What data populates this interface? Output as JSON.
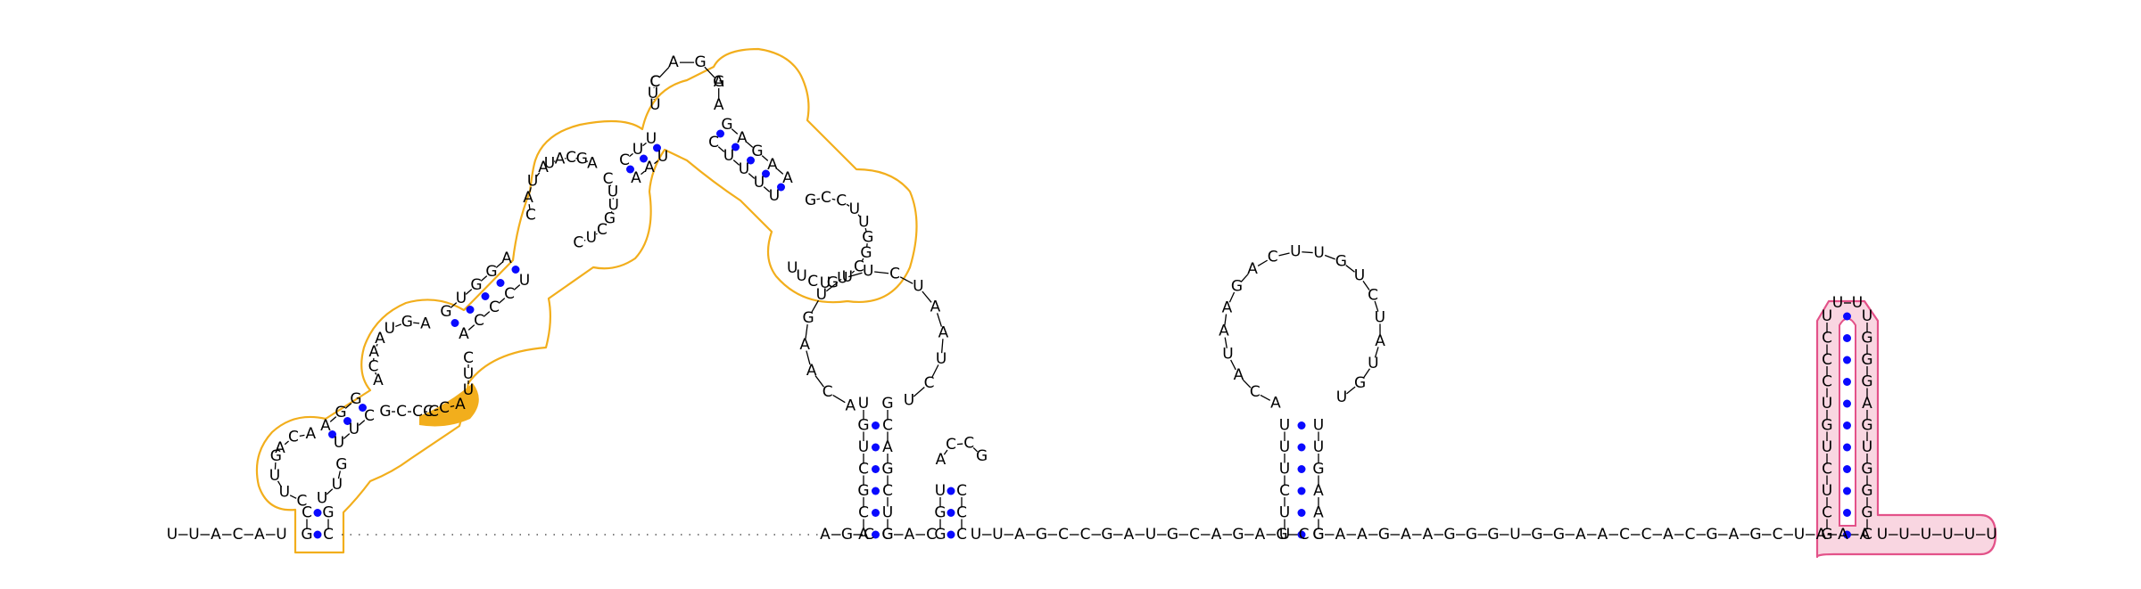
{
  "colors": {
    "background": "#ffffff",
    "pair_dot": "#0a0aff",
    "domain_outline": "#f2ae1c",
    "highlight_nucleotides": "#f2ae1c",
    "terminator_outline": "#e35289",
    "terminator_fill": "#f9d6e1"
  },
  "five_prime_tail": [
    "U",
    "U",
    "A",
    "C",
    "A",
    "U"
  ],
  "domain1": {
    "stem1_left": [
      "G",
      "C"
    ],
    "stem1_right": [
      "C",
      "G"
    ],
    "loop1_a": [
      "C",
      "U",
      "U",
      "G"
    ],
    "loop1_b": [
      "A",
      "C",
      "A"
    ],
    "stem2_left": [
      "A",
      "G",
      "G"
    ],
    "stem2_right": [
      "U",
      "U",
      "C"
    ],
    "loop2_a": [
      "A",
      "C",
      "A",
      "A"
    ],
    "loop2_b": [
      "U",
      "G",
      "A"
    ],
    "stem3_left": [
      "G",
      "U",
      "G",
      "G",
      "A"
    ],
    "stem3_right": [
      "A",
      "C",
      "C",
      "C",
      "U"
    ],
    "loop3_a": [
      "C",
      "A",
      "U",
      "A"
    ],
    "loop3_b": [
      "U",
      "A",
      "C",
      "G",
      "A"
    ],
    "stem4_left": [
      "C",
      "U",
      "U"
    ],
    "stem4_right": [
      "A",
      "A",
      "U"
    ],
    "hairpin_loop": [
      "C",
      "A",
      "G",
      "A"
    ],
    "stem5_left": [
      "G",
      "A",
      "G",
      "A",
      "A"
    ],
    "stem5_right": [
      "C",
      "U",
      "U",
      "U",
      "U"
    ],
    "loop4": [
      "G",
      "C",
      "C",
      "U",
      "U",
      "G",
      "G",
      "C",
      "U",
      "G"
    ],
    "junction_3": [
      "U",
      "C",
      "U",
      "U"
    ],
    "highlighted": [
      "C",
      "C",
      "A"
    ],
    "loop1_c": [
      "A",
      "G",
      "U",
      "G",
      "G",
      "U",
      "U"
    ],
    "junction_b": [
      "G",
      "C",
      "C",
      "C"
    ],
    "loop3_right": [
      "C",
      "U",
      "U",
      "G",
      "C",
      "U",
      "C"
    ]
  },
  "dotted_linker_count": 42,
  "hairpin2": {
    "stem_left": [
      "A",
      "C",
      "G",
      "C",
      "U",
      "G",
      "U"
    ],
    "stem_right": [
      "G",
      "U",
      "C",
      "G",
      "A",
      "C",
      "G"
    ],
    "loop": [
      "A",
      "C",
      "A",
      "A",
      "G",
      "U",
      "U",
      "U",
      "C",
      "U",
      "A",
      "A",
      "U",
      "C",
      "U"
    ],
    "junction": [
      "A",
      "G",
      "C",
      "G",
      "A",
      "C"
    ],
    "small_hairpin": [
      "C",
      "C",
      "C",
      "G",
      "C",
      "A",
      "U",
      "G",
      "U"
    ]
  },
  "linker_1": [
    "U",
    "U",
    "A",
    "G",
    "C",
    "C",
    "G",
    "A",
    "U",
    "G",
    "C",
    "A",
    "G",
    "A",
    "G",
    "C"
  ],
  "hairpin3": {
    "stem_left": [
      "U",
      "U",
      "C",
      "U",
      "U",
      "U"
    ],
    "stem_right": [
      "G",
      "A",
      "A",
      "G",
      "U",
      "U"
    ],
    "loop": [
      "A",
      "C",
      "A",
      "U",
      "A",
      "A",
      "G",
      "A",
      "C",
      "U",
      "U",
      "G",
      "U",
      "C",
      "U",
      "A",
      "U",
      "G",
      "U"
    ]
  },
  "linker_2": [
    "G",
    "A",
    "A",
    "G",
    "A",
    "A",
    "G",
    "G",
    "G",
    "U",
    "G",
    "G",
    "A",
    "A",
    "C",
    "C",
    "A",
    "C",
    "G",
    "A",
    "G",
    "C",
    "U",
    "A",
    "A",
    "A"
  ],
  "terminator": {
    "stem_left": [
      "G",
      "C",
      "U",
      "C",
      "U",
      "G",
      "U",
      "C",
      "C",
      "C",
      "U"
    ],
    "stem_right": [
      "C",
      "G",
      "G",
      "G",
      "U",
      "G",
      "A",
      "G",
      "G",
      "G",
      "U"
    ],
    "loop": [
      "U",
      "U"
    ],
    "tail": [
      "U",
      "U",
      "U",
      "U",
      "U",
      "U"
    ]
  }
}
